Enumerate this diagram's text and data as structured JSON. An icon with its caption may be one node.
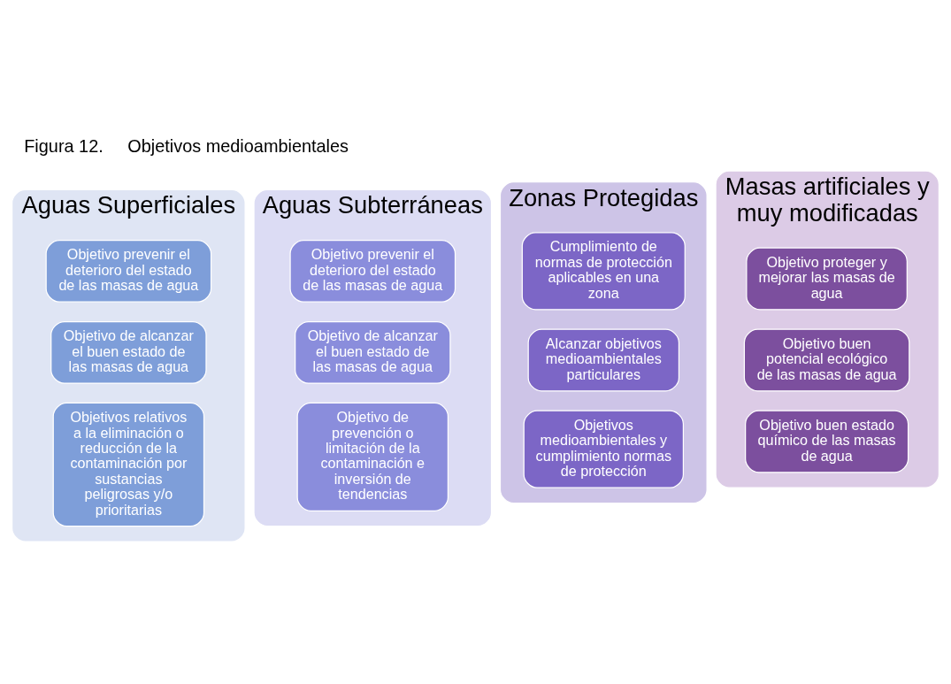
{
  "diagram": {
    "title": "Figura 12.     Objetivos medioambientales",
    "nodes": [
      {
        "text": [
          "Aguas Superficiales"
        ]
      },
      {
        "text": [
          "Objetivo prevenir el deterioro del estado de las masas de agua"
        ],
        "in": 0
      },
      {
        "text": [
          "Objetivo de alcanzar el buen estado de las masas de agua"
        ],
        "in": 0
      },
      {
        "text": [
          "Objetivos relativos a la eliminación o reducción de la contaminación por sustancias peligrosas y/o prioritarias"
        ],
        "in": 0
      },
      {
        "text": [
          "Aguas Subterráneas"
        ]
      },
      {
        "text": [
          "Objetivo prevenir el deterioro del estado de las masas de agua"
        ],
        "in": 4
      },
      {
        "text": [
          "Objetivo de alcanzar el buen estado de las masas de agua"
        ],
        "in": 4
      },
      {
        "text": [
          "Objetivo de prevención o limitación de la contaminación e inversión de tendencias"
        ],
        "in": 4
      },
      {
        "text": [
          "Zonas Protegidas"
        ]
      },
      {
        "text": [
          "Cumplimiento de normas de protección aplicables en una zona"
        ],
        "in": 8
      },
      {
        "text": [
          "Alcanzar objetivos medioambientales particulares"
        ],
        "in": 8
      },
      {
        "text": [
          "Objetivos medioambientales y cumplimiento normas de protección"
        ],
        "in": 8
      },
      {
        "text": [
          "Masas artificiales y muy modificadas"
        ]
      },
      {
        "text": [
          "Objetivo proteger y mejorar las masas de agua"
        ],
        "in": 12
      },
      {
        "text": [
          "Objetivo buen potencial ecológico de las masas de agua"
        ],
        "in": 12
      },
      {
        "text": [
          "Objetivo buen estado químico de las masas de agua"
        ],
        "in": 12
      }
    ],
    "edges": []
  }
}
